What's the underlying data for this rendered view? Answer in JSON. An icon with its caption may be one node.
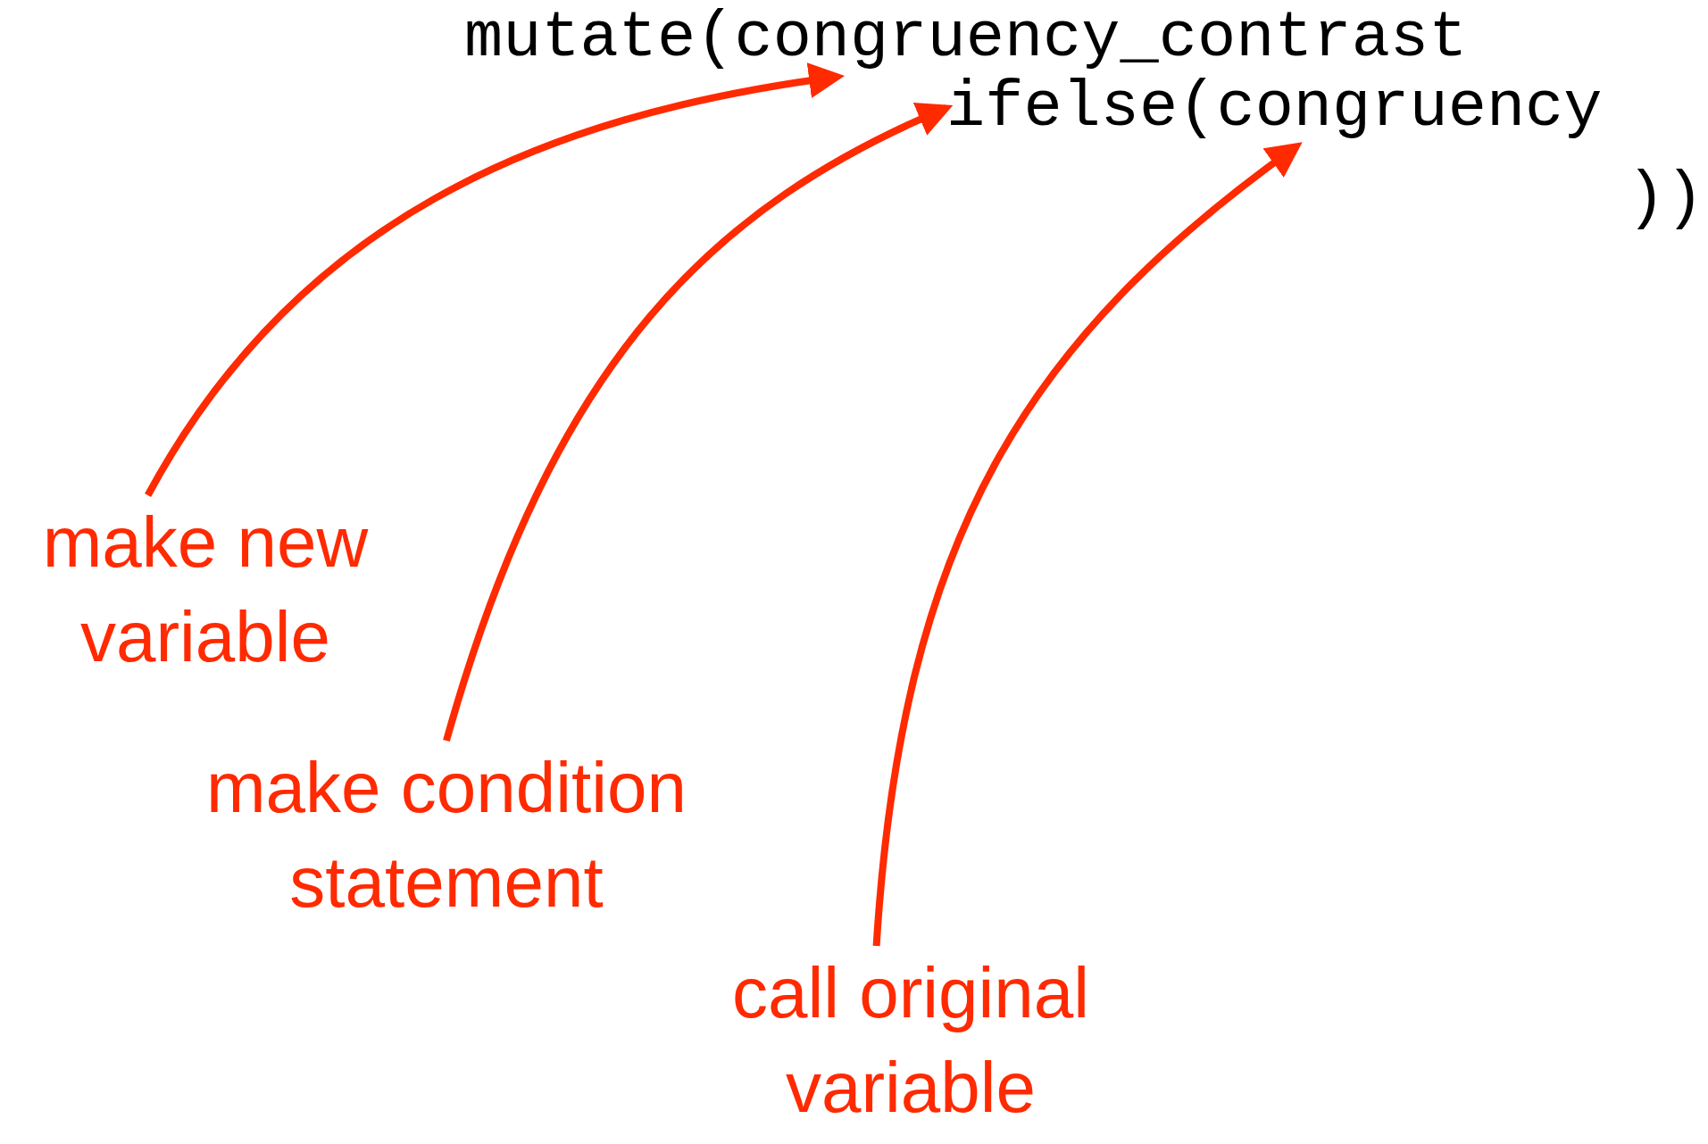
{
  "diagram": {
    "nodes": [
      {
        "text": [
          "mutate(congruency_contrast"
        ]
      },
      {
        "text": [
          "ifelse(congruency"
        ]
      },
      {
        "text": [
          "make new variable"
        ]
      },
      {
        "text": [
          "make condition statement"
        ]
      },
      {
        "text": [
          "call original variable"
        ]
      }
    ],
    "edges": [
      {
        "from": 2,
        "to": 0,
        "arrow": "to"
      },
      {
        "from": 3,
        "to": 1,
        "arrow": "to"
      },
      {
        "from": 4,
        "to": 1,
        "arrow": "to"
      }
    ],
    "labels": [
      "))"
    ]
  }
}
